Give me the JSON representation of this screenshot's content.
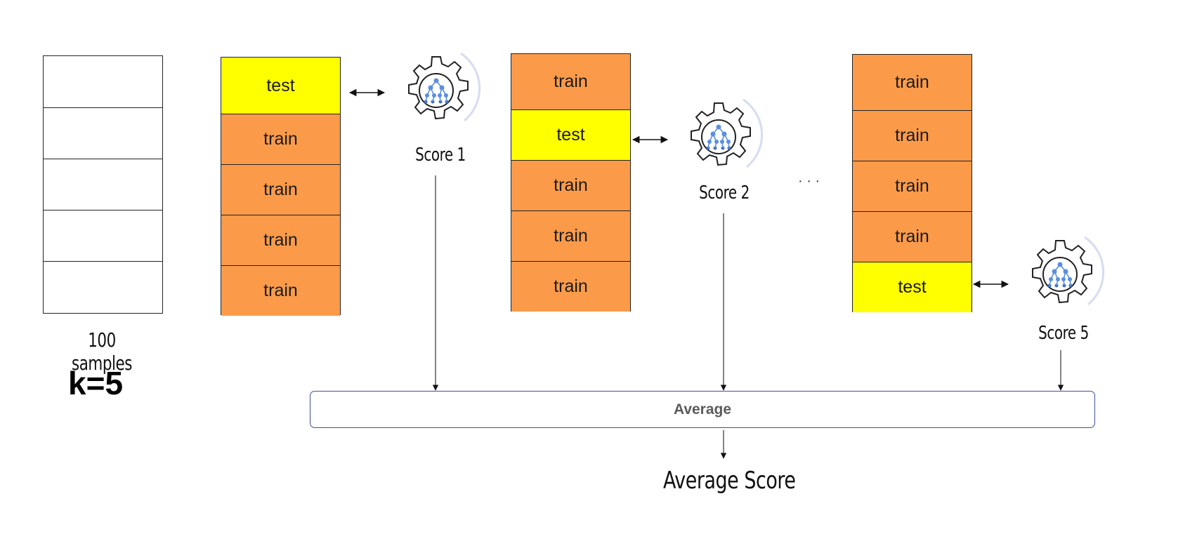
{
  "dataset": {
    "caption": "100 samples",
    "k_label": "k=5"
  },
  "folds": [
    {
      "cells": [
        "test",
        "train",
        "train",
        "train",
        "train"
      ],
      "score": "Score 1"
    },
    {
      "cells": [
        "train",
        "test",
        "train",
        "train",
        "train"
      ],
      "score": "Score 2"
    },
    {
      "cells": [
        "train",
        "train",
        "train",
        "train",
        "test"
      ],
      "score": "Score 5"
    }
  ],
  "ellipsis": "· · ·",
  "average_box": "Average",
  "result": "Average Score",
  "icons": {
    "model": "gear-model-icon"
  },
  "colors": {
    "train": "#fb9b4a",
    "test": "#ffff00",
    "avg_border": "#3e4f94",
    "gear_accent": "#5b8fe0"
  }
}
